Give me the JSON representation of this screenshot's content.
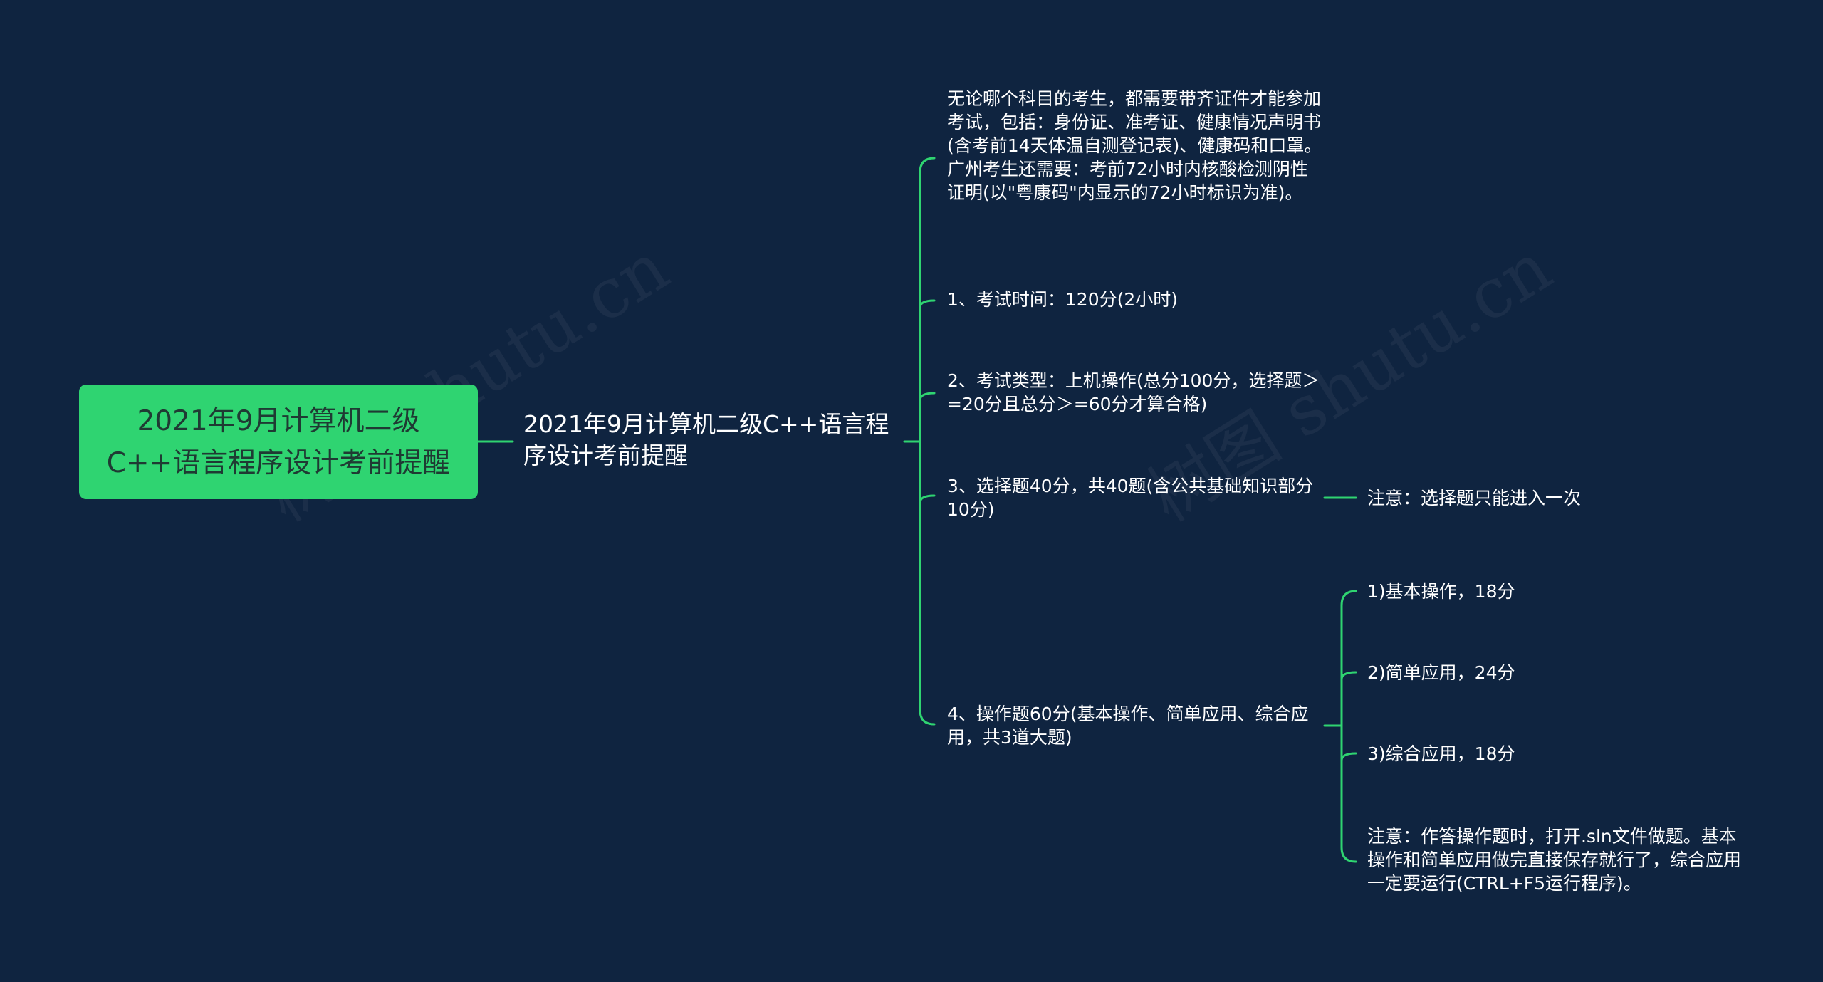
{
  "root": {
    "title": "2021年9月计算机二级C++语言程序设计考前提醒"
  },
  "branch": {
    "title": "2021年9月计算机二级C++语言程序设计考前提醒",
    "items": [
      {
        "text": "无论哪个科目的考生，都需要带齐证件才能参加考试，包括：身份证、准考证、健康情况声明书(含考前14天体温自测登记表)、健康码和口罩。广州考生还需要：考前72小时内核酸检测阴性证明(以\"粤康码\"内显示的72小时标识为准)。"
      },
      {
        "text": "1、考试时间：120分(2小时)"
      },
      {
        "text": "2、考试类型：上机操作(总分100分，选择题＞=20分且总分＞=60分才算合格)"
      },
      {
        "text": "3、选择题40分，共40题(含公共基础知识部分10分)",
        "children": [
          {
            "text": "注意：选择题只能进入一次"
          }
        ]
      },
      {
        "text": "4、操作题60分(基本操作、简单应用、综合应用，共3道大题)",
        "children": [
          {
            "text": "1)基本操作，18分"
          },
          {
            "text": "2)简单应用，24分"
          },
          {
            "text": "3)综合应用，18分"
          },
          {
            "text": "注意：作答操作题时，打开.sln文件做题。基本操作和简单应用做完直接保存就行了，综合应用一定要运行(CTRL+F5运行程序)。"
          }
        ]
      }
    ]
  },
  "watermark": "树图 shutu.cn",
  "colors": {
    "background": "#0f2440",
    "root_fill": "#2fd471",
    "connector": "#2fd471",
    "text": "#ffffff"
  }
}
